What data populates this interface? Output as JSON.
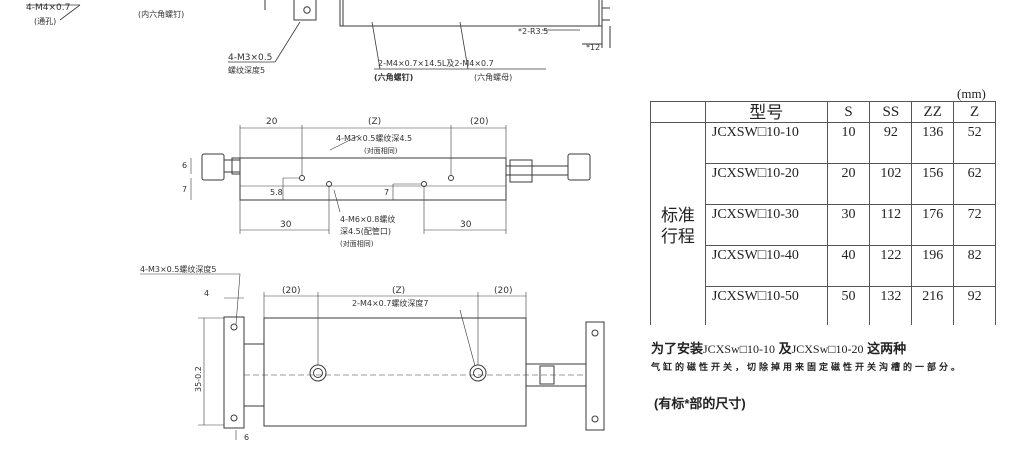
{
  "drawing": {
    "top_view": {
      "callout_tap_through": "4-M4×0.7",
      "callout_tap_through_note": "(通孔)",
      "callout_inner_hex": "(内六角螺钉)",
      "callout_m3": "4-M3×0.5",
      "callout_m3_depth": "螺纹深度5",
      "callout_m4": "2-M4×0.7×14.5L及2-M4×0.7",
      "callout_hex_bolt": "(六角螺钉)",
      "callout_hex_nut": "(六角螺母)",
      "radius": "*2-R3.5",
      "dim_12": "*12"
    },
    "side_view": {
      "dim_left": "20",
      "dim_mid": "(Z)",
      "dim_right": "(20)",
      "note_top": "4-M3×0.5螺纹深4.5",
      "note_top_sub": "(对面相同)",
      "dim_6": "6",
      "dim_7a": "7",
      "dim_58": "5.8",
      "dim_7b": "7",
      "dim_30a": "30",
      "dim_30b": "30",
      "note_bottom_1": "4-M6×0.8螺纹",
      "note_bottom_2": "深4.5(配管口)",
      "note_bottom_3": "(对面相同)"
    },
    "bottom_view": {
      "note_m3": "4-M3×0.5螺纹深度5",
      "dim_4": "4",
      "dim_left": "(20)",
      "dim_mid": "(Z)",
      "dim_right": "(20)",
      "note_m4": "2-M4×0.7螺纹深度7",
      "dim_35": "35-0.2",
      "dim_6": "6"
    }
  },
  "table": {
    "unit": "(mm)",
    "headers": [
      "型号",
      "S",
      "SS",
      "ZZ",
      "Z"
    ],
    "group_label": "标准行程",
    "rows": [
      {
        "model": "JCXSW□10-10",
        "S": "10",
        "SS": "92",
        "ZZ": "136",
        "Z": "52"
      },
      {
        "model": "JCXSW□10-20",
        "S": "20",
        "SS": "102",
        "ZZ": "156",
        "Z": "62"
      },
      {
        "model": "JCXSW□10-30",
        "S": "30",
        "SS": "112",
        "ZZ": "176",
        "Z": "72"
      },
      {
        "model": "JCXSW□10-40",
        "S": "40",
        "SS": "122",
        "ZZ": "196",
        "Z": "82"
      },
      {
        "model": "JCXSW□10-50",
        "S": "50",
        "SS": "132",
        "ZZ": "216",
        "Z": "92"
      }
    ]
  },
  "notes": {
    "line1_a": "为了安装",
    "line1_b": "JCXSw□10-10",
    "line1_c": "及",
    "line1_d": "JCXSw□10-20",
    "line1_e": "这两种",
    "line2": "气缸的磁性开关，切除掉用来固定磁性开关沟槽的一部分。",
    "line3": "(有标*部的尺寸)"
  }
}
